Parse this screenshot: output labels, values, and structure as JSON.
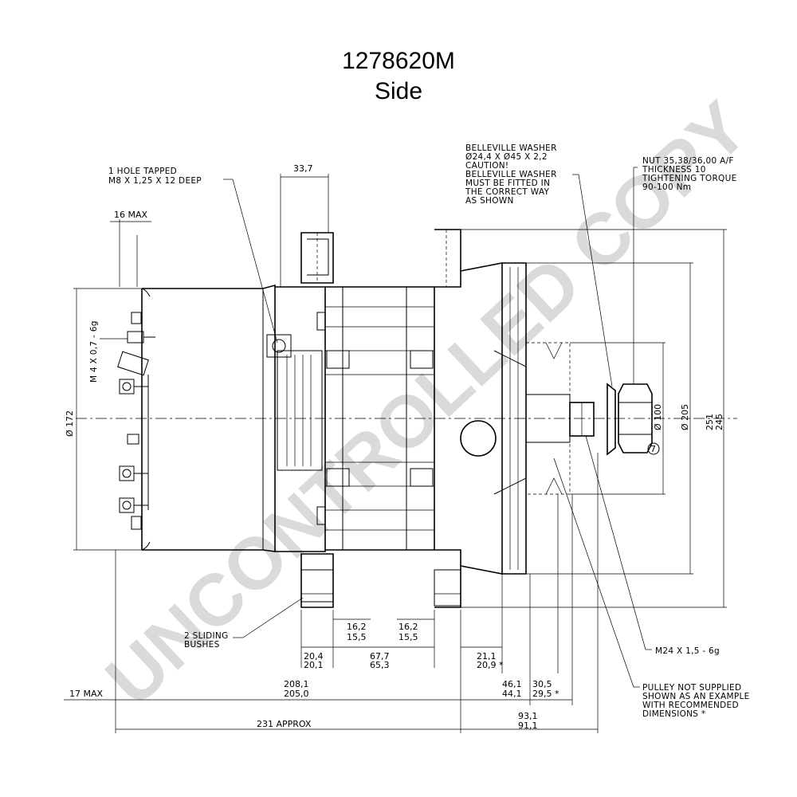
{
  "title": {
    "part_number": "1278620M",
    "view": "Side"
  },
  "watermark": "UNCONTROLLED COPY",
  "notes": {
    "hole_tapped": [
      "1 HOLE TAPPED",
      "M8 X 1,25 X 12 DEEP"
    ],
    "belleville": [
      "BELLEVILLE WASHER",
      "Ø24,4 X Ø45 X 2,2",
      "CAUTION!",
      "BELLEVILLE WASHER",
      "MUST BE FITTED IN",
      "THE CORRECT WAY",
      "AS SHOWN"
    ],
    "nut": [
      "NUT 35,38/36,00 A/F",
      "THICKNESS 10",
      "TIGHTENING TORQUE",
      "90-100 Nm"
    ],
    "sliding_bushes": [
      "2 SLIDING",
      "BUSHES"
    ],
    "thread": "M24 X 1,5 - 6g",
    "pulley": [
      "PULLEY NOT SUPPLIED",
      "SHOWN AS AN EXAMPLE",
      "WITH RECOMMENDED",
      "DIMENSIONS *"
    ],
    "terminal_thread": "M 4 X 0,7 - 6g",
    "circle_ref": "7"
  },
  "dimensions": {
    "d_33_7": "33,7",
    "d_16_max": "16 MAX",
    "d_172": "Ø 172",
    "d_100": "Ø 100",
    "d_205": "Ø 205",
    "d_251": "251",
    "d_245": "245",
    "d_16_2": "16,2",
    "d_15_5": "15,5",
    "d_16_2b": "16,2",
    "d_15_5b": "15,5",
    "d_20_4": "20,4",
    "d_20_1": "20,1",
    "d_67_7": "67,7",
    "d_65_3": "65,3",
    "d_21_1": "21,1",
    "d_20_9": "20,9 *",
    "d_208_1": "208,1",
    "d_205_0": "205,0",
    "d_17_max": "17 MAX",
    "d_46_1": "46,1",
    "d_44_1": "44,1",
    "d_30_5": "30,5",
    "d_29_5": "29,5 *",
    "d_231": "231 APPROX",
    "d_93_1": "93,1",
    "d_91_1": "91,1"
  }
}
